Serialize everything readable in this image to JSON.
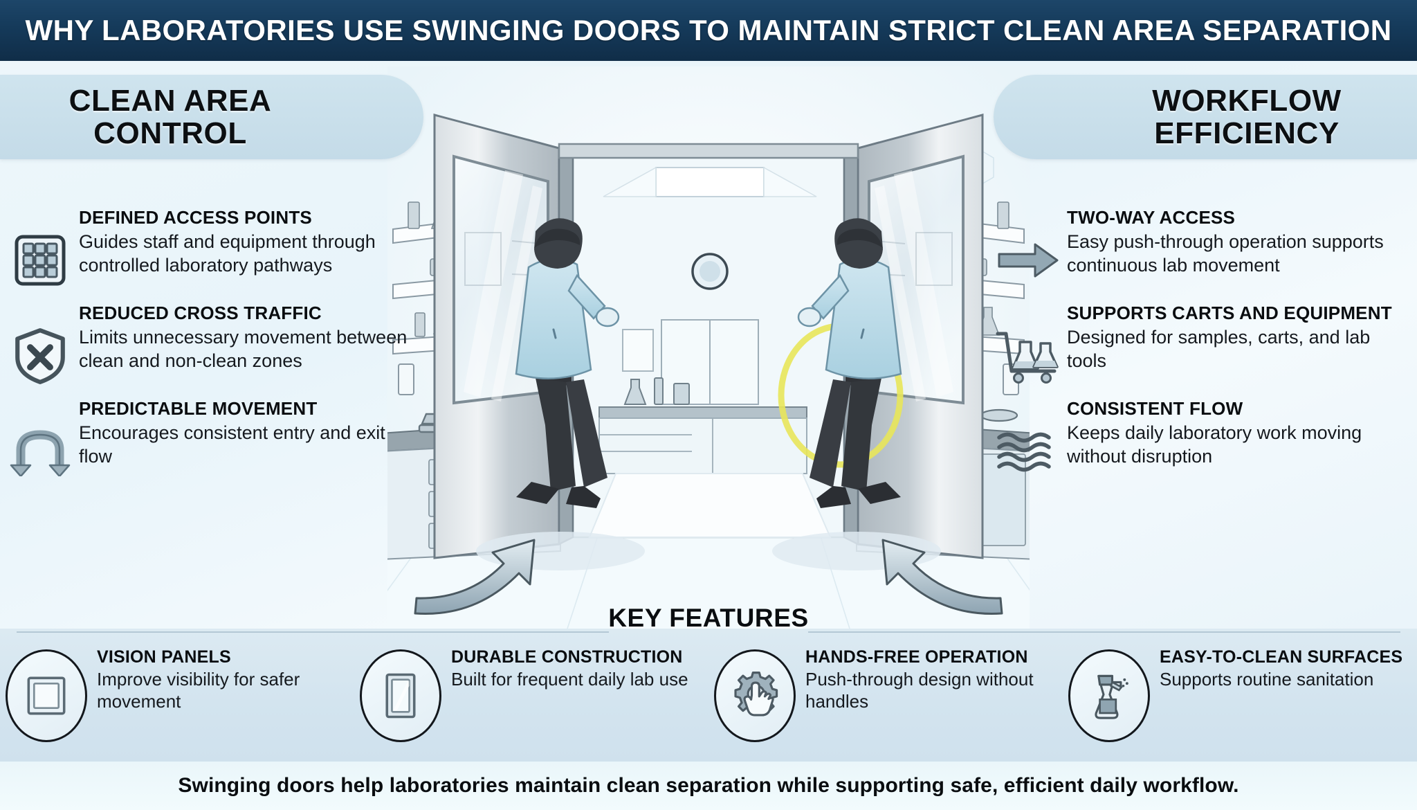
{
  "header": {
    "title": "WHY LABORATORIES USE SWINGING DOORS TO MAINTAIN STRICT CLEAN AREA SEPARATION",
    "bg_color": "#153a5a",
    "text_color": "#ffffff"
  },
  "left_panel": {
    "heading_line1": "CLEAN AREA",
    "heading_line2": "CONTROL",
    "pill_color": "#c8dfec",
    "items": [
      {
        "icon": "grid-keypad-icon",
        "title": "DEFINED ACCESS POINTS",
        "desc": "Guides staff and equipment through controlled laboratory pathways"
      },
      {
        "icon": "shield-x-icon",
        "title": "REDUCED CROSS TRAFFIC",
        "desc": "Limits unnecessary movement between clean and non-clean zones"
      },
      {
        "icon": "u-turn-arrows-icon",
        "title": "PREDICTABLE MOVEMENT",
        "desc": "Encourages consistent entry and exit flow"
      }
    ]
  },
  "right_panel": {
    "heading_line1": "WORKFLOW",
    "heading_line2": "EFFICIENCY",
    "pill_color": "#c8dfec",
    "items": [
      {
        "icon": "right-arrow-icon",
        "title": "TWO-WAY ACCESS",
        "desc": "Easy push-through operation supports continuous lab movement"
      },
      {
        "icon": "lab-cart-flasks-icon",
        "title": "SUPPORTS CARTS AND EQUIPMENT",
        "desc": "Designed for samples, carts, and lab tools"
      },
      {
        "icon": "wavy-flow-lines-icon",
        "title": "CONSISTENT FLOW",
        "desc": "Keeps daily laboratory work moving without disruption"
      }
    ]
  },
  "illustration": {
    "name": "laboratory-double-swing-doors-scene",
    "description": "Two lab technicians in light blue coats pushing through stainless steel double swinging doors with large glass vision panels; lab shelving, benches and microscope on both sides; yellow highlight circle on right door push area; two curved arrows pointing inward toward the doors",
    "highlight_color": "#e8e55a",
    "coat_color": "#bcdbe8",
    "door_metal_color": "#b9c3c9"
  },
  "key_features": {
    "title": "KEY FEATURES",
    "band_color": "#d4e5ef",
    "items": [
      {
        "icon": "vision-panel-icon",
        "title": "VISION PANELS",
        "desc": "Improve visibility for safer movement"
      },
      {
        "icon": "door-panel-icon",
        "title": "DURABLE CONSTRUCTION",
        "desc": "Built for frequent daily lab use"
      },
      {
        "icon": "gear-hand-icon",
        "title": "HANDS-FREE OPERATION",
        "desc": "Push-through design without handles"
      },
      {
        "icon": "spray-bottle-icon",
        "title": "EASY-TO-CLEAN SURFACES",
        "desc": "Supports routine sanitation"
      }
    ]
  },
  "footer": {
    "text": "Swinging doors help laboratories maintain clean separation while supporting safe, efficient daily workflow."
  }
}
